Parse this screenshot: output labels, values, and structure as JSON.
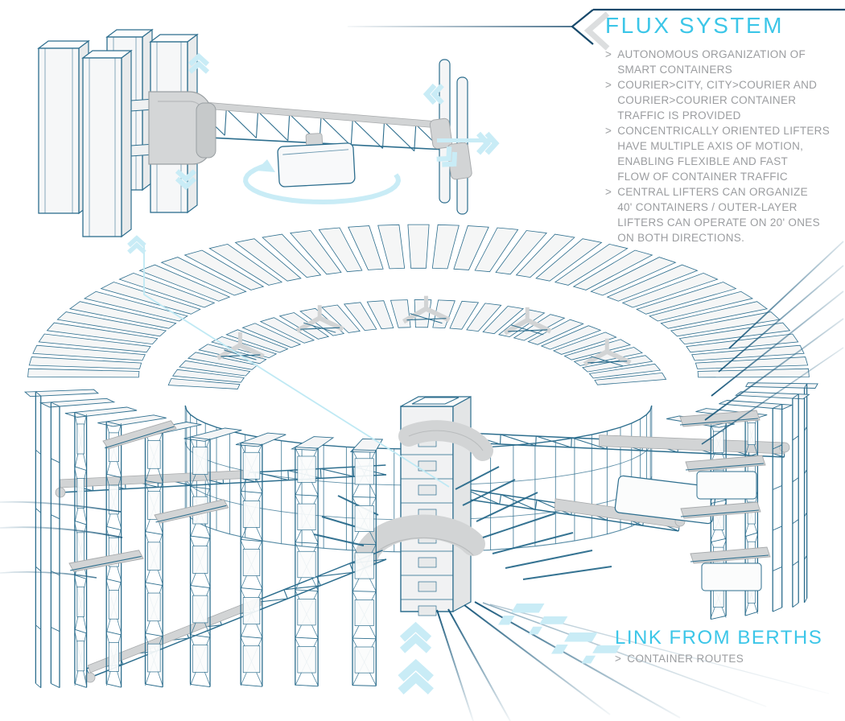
{
  "panel": {
    "title": "FLUX SYSTEM",
    "bullet_prefix": ">",
    "bullets": [
      {
        "lines": [
          "AUTONOMOUS ORGANIZATION OF",
          "SMART CONTAINERS"
        ]
      },
      {
        "lines": [
          "COURIER>CITY, CITY>COURIER AND",
          "COURIER>COURIER CONTAINER",
          "TRAFFIC IS PROVIDED"
        ]
      },
      {
        "lines": [
          "CONCENTRICALLY ORIENTED LIFTERS",
          "HAVE MULTIPLE AXIS OF MOTION,",
          "ENABLING FLEXIBLE AND FAST",
          "FLOW OF CONTAINER TRAFFIC"
        ]
      },
      {
        "lines": [
          "CENTRAL LIFTERS CAN ORGANIZE",
          "40' CONTAINERS / OUTER-LAYER",
          "LIFTERS CAN OPERATE ON 20' ONES",
          "ON BOTH DIRECTIONS."
        ]
      }
    ]
  },
  "berths": {
    "title": "LINK FROM BERTHS",
    "bullet_prefix": ">",
    "subtitle": "CONTAINER ROUTES"
  },
  "illustration": {
    "main": "circular-container-flux-yard",
    "detail": "outer-layer-lifter-detail"
  },
  "colors": {
    "accent": "#3cc6e8",
    "text_gray": "#9b9da0",
    "teal": "#2d6e8e",
    "teal_strong": "#1f6486",
    "navy": "#17496b",
    "line_dark": "#1b5a7d",
    "chevron_light": "#c9ecf6",
    "chevron_lighter": "#daf2f9",
    "gray_part": "#d2d4d5",
    "gray_dark": "#a8abad",
    "fill_light": "#f4f5f6",
    "fill_white": "#fbfcfc",
    "echo_gray": "#dcdedf"
  }
}
